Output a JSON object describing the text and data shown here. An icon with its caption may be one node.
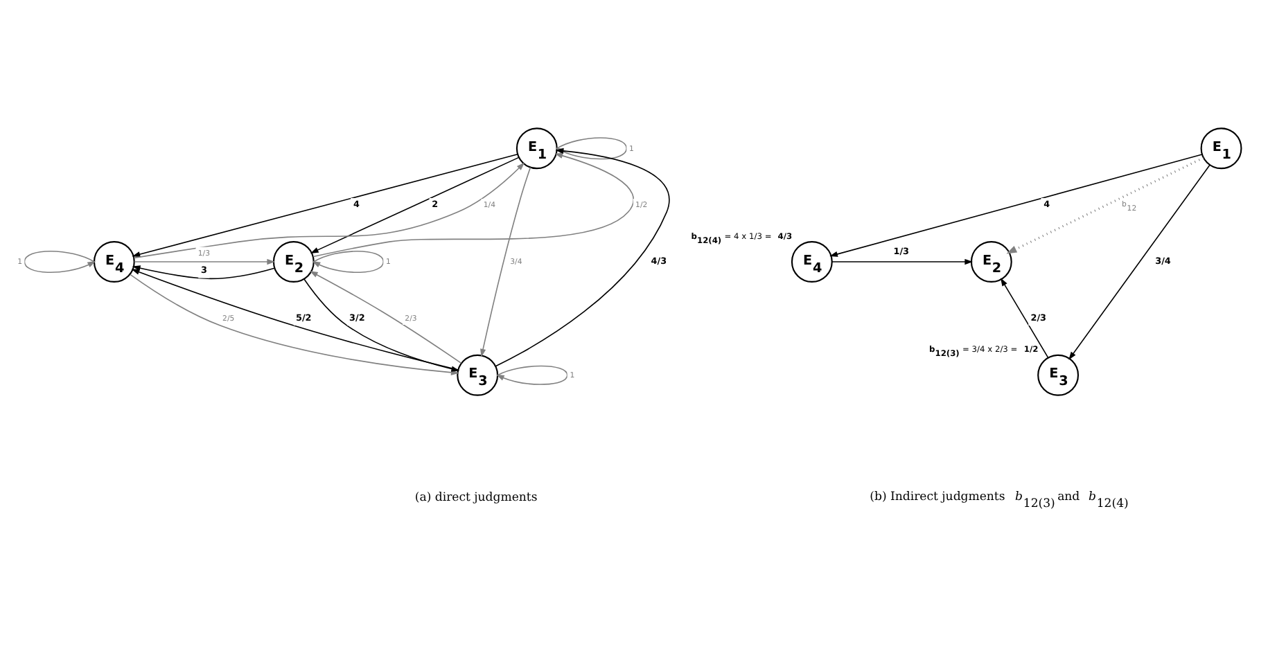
{
  "diagram": {
    "nodes": [
      {
        "text": [
          "E$_{1}$"
        ]
      },
      {
        "text": [
          "E$_{2}$"
        ]
      },
      {
        "text": [
          "E$_{3}$"
        ]
      },
      {
        "text": [
          "E$_{4}$"
        ]
      },
      {
        "text": [
          "E$_{1}$"
        ]
      },
      {
        "text": [
          "E$_{4}$"
        ],
        "beside": [
          "**b$_{12(4)}$** = 4 x 1/3 = **4/3**"
        ]
      },
      {
        "text": [
          "E$_{2}$"
        ]
      },
      {
        "text": [
          "E$_{3}$"
        ],
        "beside": [
          "**b$_{12(3)}$** = 3/4 x 2/3 = **1/2**"
        ]
      }
    ],
    "edges": [
      {
        "from": 0,
        "to": 0,
        "arrow": "to",
        "label": "1",
        "color": "#808080"
      },
      {
        "from": 0,
        "to": 3,
        "arrow": "to",
        "label": "4",
        "color": "#000000"
      },
      {
        "from": 3,
        "to": 0,
        "arrow": "to",
        "label": "1/4",
        "color": "#808080"
      },
      {
        "from": 0,
        "to": 1,
        "arrow": "to",
        "label": "2",
        "color": "#000000"
      },
      {
        "from": 1,
        "to": 0,
        "arrow": "to",
        "label": "1/2",
        "color": "#808080"
      },
      {
        "from": 0,
        "to": 2,
        "arrow": "to",
        "label": "3/4",
        "color": "#808080"
      },
      {
        "from": 2,
        "to": 0,
        "arrow": "to",
        "label": "4/3",
        "color": "#000000"
      },
      {
        "from": 1,
        "to": 3,
        "arrow": "to",
        "label": "3",
        "color": "#000000"
      },
      {
        "from": 3,
        "to": 1,
        "arrow": "to",
        "label": "1/3",
        "color": "#808080"
      },
      {
        "from": 3,
        "to": 3,
        "arrow": "to",
        "label": "1",
        "color": "#808080"
      },
      {
        "from": 1,
        "to": 1,
        "arrow": "to",
        "label": "1",
        "color": "#808080"
      },
      {
        "from": 2,
        "to": 3,
        "arrow": "to",
        "label": "5/2",
        "color": "#000000"
      },
      {
        "from": 3,
        "to": 2,
        "arrow": "to",
        "label": "2/5",
        "color": "#808080"
      },
      {
        "from": 1,
        "to": 2,
        "arrow": "to",
        "label": "3/2",
        "color": "#000000"
      },
      {
        "from": 2,
        "to": 1,
        "arrow": "to",
        "label": "2/3",
        "color": "#808080"
      },
      {
        "from": 2,
        "to": 2,
        "arrow": "to",
        "label": "1",
        "color": "#808080"
      },
      {
        "from": 4,
        "to": 5,
        "arrow": "to",
        "label": "4",
        "color": "#000000"
      },
      {
        "from": 4,
        "to": 7,
        "arrow": "to",
        "label": "3/4",
        "color": "#000000"
      },
      {
        "from": 4,
        "to": 6,
        "arrow": "to",
        "label": "b$_{12}$",
        "style": "dashed",
        "color": "#808080"
      },
      {
        "from": 5,
        "to": 6,
        "arrow": "to",
        "label": "1/3",
        "color": "#000000"
      },
      {
        "from": 7,
        "to": 6,
        "arrow": "to",
        "label": "2/3",
        "color": "#000000"
      }
    ],
    "labels": [
      "(a) direct judgments",
      "(b) Indirect judgments *b*$_{12(3)}$ and *b*$_{12(4)}$"
    ]
  }
}
